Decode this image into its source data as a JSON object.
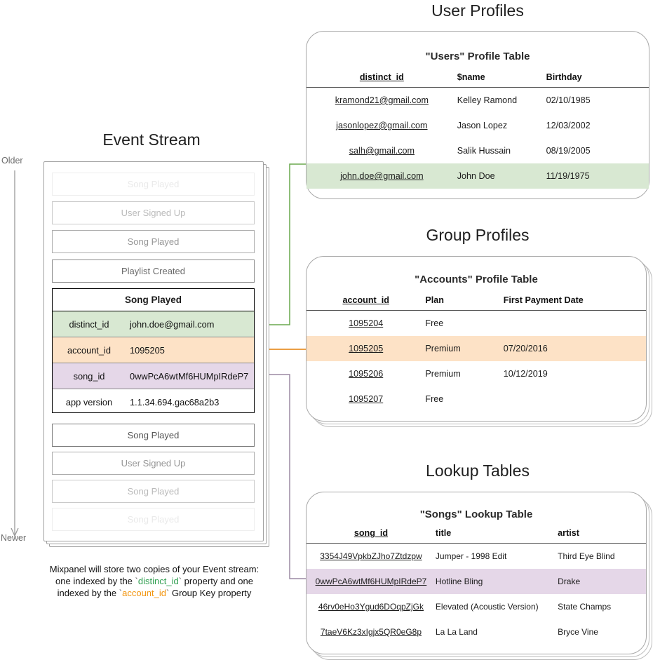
{
  "diagram": {
    "sections": {
      "user_profiles": "User Profiles",
      "group_profiles": "Group Profiles",
      "lookup_tables": "Lookup Tables",
      "event_stream": "Event Stream"
    },
    "axis": {
      "older": "Older",
      "newer": "Newer"
    },
    "caption": {
      "line1": "Mixpanel will store two copies of your Event stream:",
      "line2_a": "one indexed by the ",
      "line2_tick1": "`",
      "line2_token": "distinct_id",
      "line2_tick2": "`",
      "line2_b": " property and one",
      "line3_a": "indexed by the ",
      "line3_tick1": "`",
      "line3_token": "account_id",
      "line3_tick2": "`",
      "line3_b": " Group Key property"
    },
    "colors": {
      "green_highlight": "#d8e8d2",
      "orange_highlight": "#fde2c6",
      "purple_highlight": "#e5d7e8",
      "green_arrow": "#6aa84f",
      "orange_arrow": "#e8912a",
      "purple_arrow": "#9c8aa3",
      "card_border": "#a8a8a8",
      "token_green": "#2e9e4f",
      "token_orange": "#f2940c"
    }
  },
  "event_stream": {
    "events_above": [
      {
        "label": "Song Played",
        "fade": "f1"
      },
      {
        "label": "User Signed Up",
        "fade": "f2"
      },
      {
        "label": "Song Played",
        "fade": "f3"
      },
      {
        "label": "Playlist Created",
        "fade": "f4"
      }
    ],
    "focus_event": {
      "name": "Song Played",
      "properties": [
        {
          "key": "distinct_id",
          "value": "john.doe@gmail.com",
          "highlight": "green"
        },
        {
          "key": "account_id",
          "value": "1095205",
          "highlight": "orange"
        },
        {
          "key": "song_id",
          "value": "0wwPcA6wtMf6HUMpIRdeP7",
          "highlight": "purple"
        },
        {
          "key": "app version",
          "value": "1.1.34.694.gac68a2b3",
          "highlight": "none"
        }
      ]
    },
    "events_below": [
      {
        "label": "Song Played",
        "fade": "f5"
      },
      {
        "label": "User Signed Up",
        "fade": "f3"
      },
      {
        "label": "Song Played",
        "fade": "f2"
      },
      {
        "label": "Song Played",
        "fade": "f1"
      }
    ]
  },
  "users_table": {
    "title": "\"Users\" Profile Table",
    "columns": [
      "distinct_id",
      "$name",
      "Birthday"
    ],
    "rows": [
      {
        "cells": [
          "kramond21@gmail.com",
          "Kelley Ramond",
          "02/10/1985"
        ],
        "highlight": "none"
      },
      {
        "cells": [
          "jasonlopez@gmail.com",
          "Jason Lopez",
          "12/03/2002"
        ],
        "highlight": "none"
      },
      {
        "cells": [
          "salh@gmail.com",
          "Salik Hussain",
          "08/19/2005"
        ],
        "highlight": "none"
      },
      {
        "cells": [
          "john.doe@gmail.com",
          "John Doe",
          "11/19/1975"
        ],
        "highlight": "green"
      }
    ]
  },
  "accounts_table": {
    "title": "\"Accounts\" Profile Table",
    "columns": [
      "account_id",
      "Plan",
      "First Payment Date"
    ],
    "rows": [
      {
        "cells": [
          "1095204",
          "Free",
          ""
        ],
        "highlight": "none"
      },
      {
        "cells": [
          "1095205",
          "Premium",
          "07/20/2016"
        ],
        "highlight": "orange"
      },
      {
        "cells": [
          "1095206",
          "Premium",
          "10/12/2019"
        ],
        "highlight": "none"
      },
      {
        "cells": [
          "1095207",
          "Free",
          ""
        ],
        "highlight": "none"
      }
    ]
  },
  "songs_table": {
    "title": "\"Songs\" Lookup Table",
    "columns": [
      "song_id",
      "title",
      "artist"
    ],
    "rows": [
      {
        "cells": [
          "3354J49VpkbZJho7Ztdzpw",
          "Jumper - 1998 Edit",
          "Third Eye Blind"
        ],
        "highlight": "none"
      },
      {
        "cells": [
          "0wwPcA6wtMf6HUMpIRdeP7",
          "Hotline Bling",
          "Drake"
        ],
        "highlight": "purple"
      },
      {
        "cells": [
          "46rv0eHo3Ygud6DOqpZjGk",
          "Elevated (Acoustic Version)",
          "State Champs"
        ],
        "highlight": "none"
      },
      {
        "cells": [
          "7taeV6Kz3xIgjx5QR0eG8p",
          "La La Land",
          "Bryce Vine"
        ],
        "highlight": "none"
      }
    ]
  }
}
